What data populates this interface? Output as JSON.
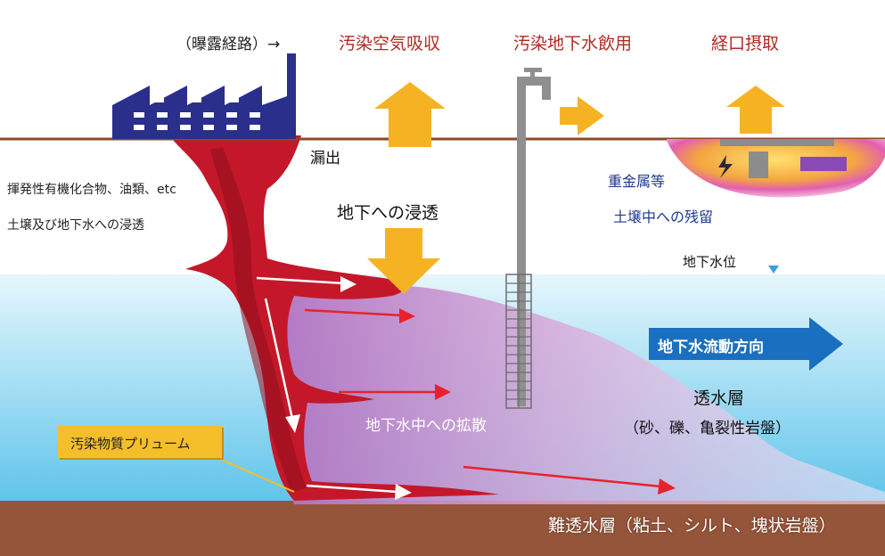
{
  "labels": {
    "exposure_route": "（曝露経路）→",
    "route_air": "汚染空気吸収",
    "route_groundwater": "汚染地下水飲用",
    "route_oral": "経口摂取",
    "leak": "漏出",
    "voc": "揮発性有機化合物、油類、etc",
    "soil_gw_infiltration": "土壌及び地下水への浸透",
    "groundwater_infiltration": "地下への浸透",
    "heavy_metals": "重金属等",
    "soil_residue": "土壌中への残留",
    "water_table": "地下水位",
    "flow_direction": "地下水流動方向",
    "aquifer": "透水層",
    "aquifer_detail": "（砂、礫、亀裂性岩盤）",
    "diffusion": "地下水中への拡散",
    "plume": "汚染物質プリューム",
    "aquiclude": "難透水層（粘土、シルト、塊状岩盤）"
  },
  "colors": {
    "ground_line": "#8a4a2a",
    "groundwater": "#bfe8f6",
    "aquiclude": "#95553a",
    "contaminant": "#c4182a",
    "plume_fade": "#c48cc8",
    "arrow_yellow": "#f5b324",
    "factory": "#2a2f8c",
    "flow_arrow": "#1a6fc0",
    "heavy_metal_zone": "#e25fb0",
    "pathway_text": "#b02a24"
  }
}
